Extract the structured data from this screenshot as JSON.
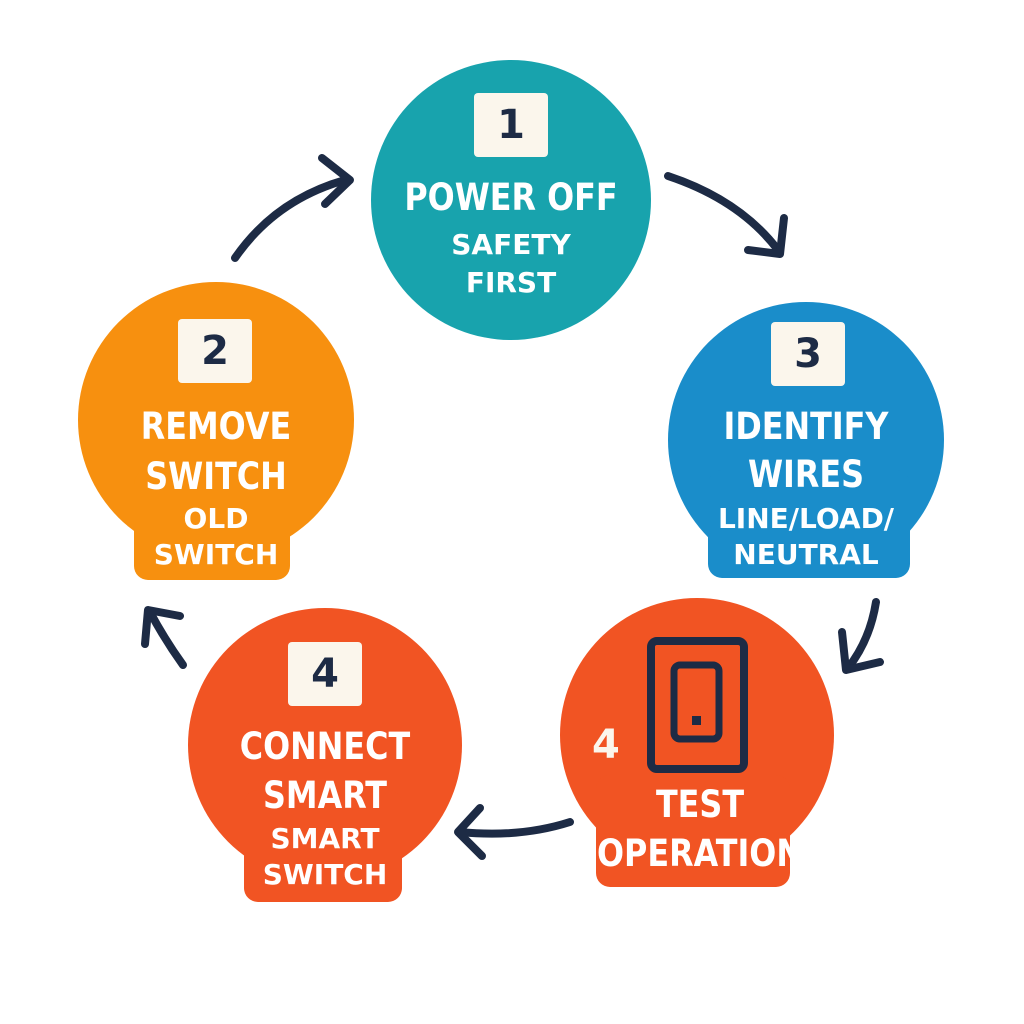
{
  "steps": [
    {
      "number": "1",
      "title": "POWER OFF",
      "subtitle": [
        "SAFETY",
        "FIRST"
      ],
      "color": "#18a3ad"
    },
    {
      "number": "2",
      "title": [
        "REMOVE",
        "SWITCH"
      ],
      "subtitle": [
        "OLD",
        "SWITCH"
      ],
      "color": "#f7900f"
    },
    {
      "number": "3",
      "title": [
        "IDENTIFY",
        "WIRES"
      ],
      "subtitle": [
        "LINE/LOAD/",
        "NEUTRAL"
      ],
      "color": "#1a8dca"
    },
    {
      "number": "4",
      "title": [
        "CONNECT",
        "SMART"
      ],
      "subtitle": [
        "SMART",
        "SWITCH"
      ],
      "color": "#f15423"
    },
    {
      "number": "4",
      "title": [
        "TEST",
        "OPERATION"
      ],
      "color": "#f15423",
      "icon": "light-switch-icon"
    }
  ],
  "arrow_color": "#1d2b45"
}
